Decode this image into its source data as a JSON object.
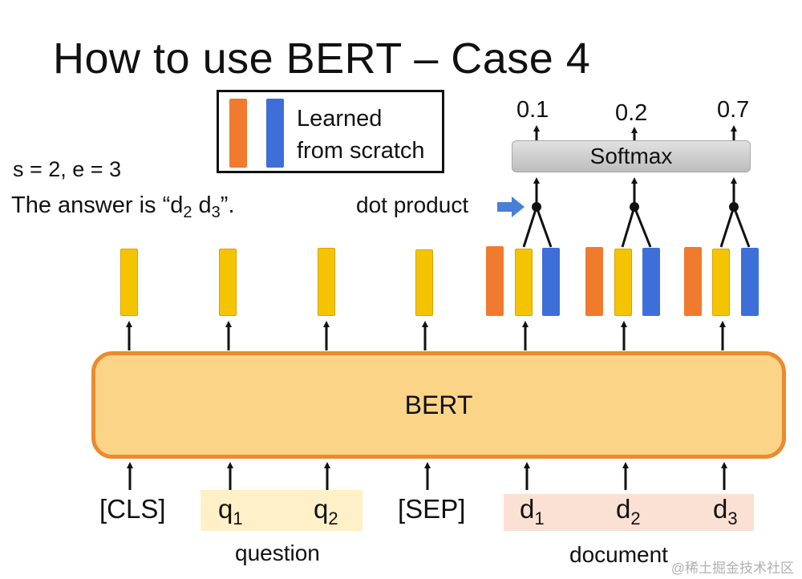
{
  "title": "How to use BERT – Case 4",
  "legend": {
    "line1": "Learned",
    "line2": "from scratch",
    "colors": {
      "orange": "#f07a2e",
      "blue": "#3e6fd8"
    }
  },
  "result": {
    "se": "s = 2, e = 3",
    "answer_prefix": "The answer is “d",
    "answer_sub1": "2",
    "answer_mid": " d",
    "answer_sub2": "3",
    "answer_suffix": "”."
  },
  "dot_product_label": "dot product",
  "softmax_label": "Softmax",
  "probabilities": [
    "0.1",
    "0.2",
    "0.7"
  ],
  "bert_label": "BERT",
  "tokens": {
    "cls": "[CLS]",
    "q1": "q",
    "q1_sub": "1",
    "q2": "q",
    "q2_sub": "2",
    "sep": "[SEP]",
    "d1": "d",
    "d1_sub": "1",
    "d2": "d",
    "d2_sub": "2",
    "d3": "d",
    "d3_sub": "3"
  },
  "groups": {
    "question": "question",
    "document": "document"
  },
  "watermark": "@稀土掘金技术社区",
  "colors": {
    "bert_fill": "#fcd488",
    "bert_border": "#ec8a2e",
    "yellow": "#f5c400"
  }
}
